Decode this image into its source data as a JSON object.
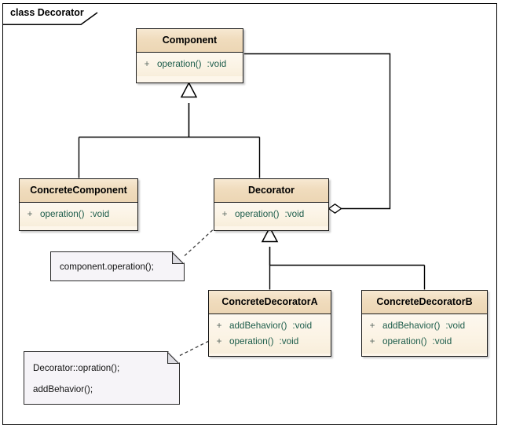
{
  "frame": {
    "label": "class Decorator"
  },
  "classes": [
    {
      "id": "component",
      "name": "Component",
      "members": [
        {
          "visibility": "+",
          "name": "operation()",
          "type": ":void"
        }
      ]
    },
    {
      "id": "concrete-component",
      "name": "ConcreteComponent",
      "members": [
        {
          "visibility": "+",
          "name": "operation()",
          "type": ":void"
        }
      ]
    },
    {
      "id": "decorator",
      "name": "Decorator",
      "members": [
        {
          "visibility": "+",
          "name": "operation()",
          "type": ":void"
        }
      ]
    },
    {
      "id": "concrete-decorator-a",
      "name": "ConcreteDecoratorA",
      "members": [
        {
          "visibility": "+",
          "name": "addBehavior()",
          "type": ":void"
        },
        {
          "visibility": "+",
          "name": "operation()",
          "type": ":void"
        }
      ]
    },
    {
      "id": "concrete-decorator-b",
      "name": "ConcreteDecoratorB",
      "members": [
        {
          "visibility": "+",
          "name": "addBehavior()",
          "type": ":void"
        },
        {
          "visibility": "+",
          "name": "operation()",
          "type": ":void"
        }
      ]
    }
  ],
  "notes": [
    {
      "id": "note-decorator-operation",
      "lines": [
        "component.operation();"
      ]
    },
    {
      "id": "note-concrete-decorator-a-operation",
      "lines": [
        "Decorator::opration();",
        "addBehavior();"
      ]
    }
  ],
  "relationships": [
    {
      "type": "generalization",
      "from": "ConcreteComponent",
      "to": "Component"
    },
    {
      "type": "generalization",
      "from": "Decorator",
      "to": "Component"
    },
    {
      "type": "aggregation",
      "from": "Decorator",
      "to": "Component"
    },
    {
      "type": "generalization",
      "from": "ConcreteDecoratorA",
      "to": "Decorator"
    },
    {
      "type": "generalization",
      "from": "ConcreteDecoratorB",
      "to": "Decorator"
    },
    {
      "type": "note-anchor",
      "from": "note-decorator-operation",
      "to": "Decorator"
    },
    {
      "type": "note-anchor",
      "from": "note-concrete-decorator-a-operation",
      "to": "ConcreteDecoratorA"
    }
  ],
  "colors": {
    "class_header": "#f0dcbd",
    "class_body": "#fbf3e4",
    "class_border": "#1a1a1a",
    "member_text": "#1c5c4a",
    "visibility_text": "#5c6a63",
    "note_fill": "#f6f4f8",
    "line": "#000000",
    "canvas": "#ffffff"
  }
}
